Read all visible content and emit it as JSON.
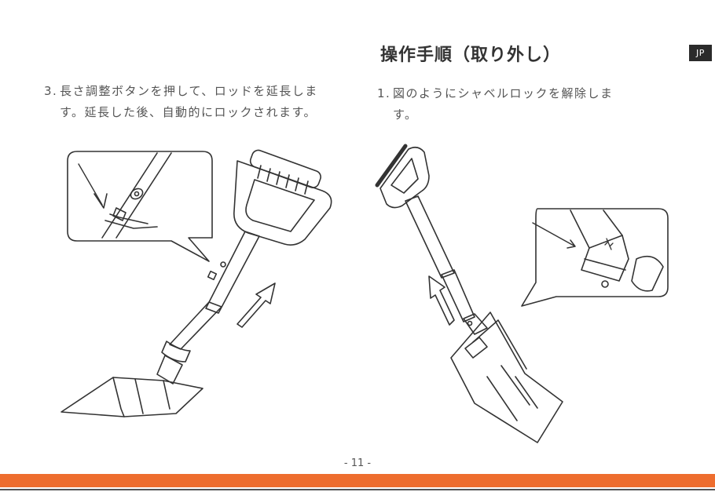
{
  "language_badge": "JP",
  "section_title": "操作手順（取り外し）",
  "left_step": {
    "number": "3.",
    "text": "長さ調整ボタンを押して、ロッドを延長します。延長した後、自動的にロックされます。"
  },
  "right_step": {
    "number": "1.",
    "text": "図のようにシャベルロックを解除します。"
  },
  "page_number": "- 11 -",
  "colors": {
    "footer_bar": "#ee6d2e",
    "badge_bg": "#2b2b2b"
  },
  "icons": [
    "extend-arrow-icon",
    "unlock-arrow-icon",
    "lock-rotate-icon"
  ]
}
